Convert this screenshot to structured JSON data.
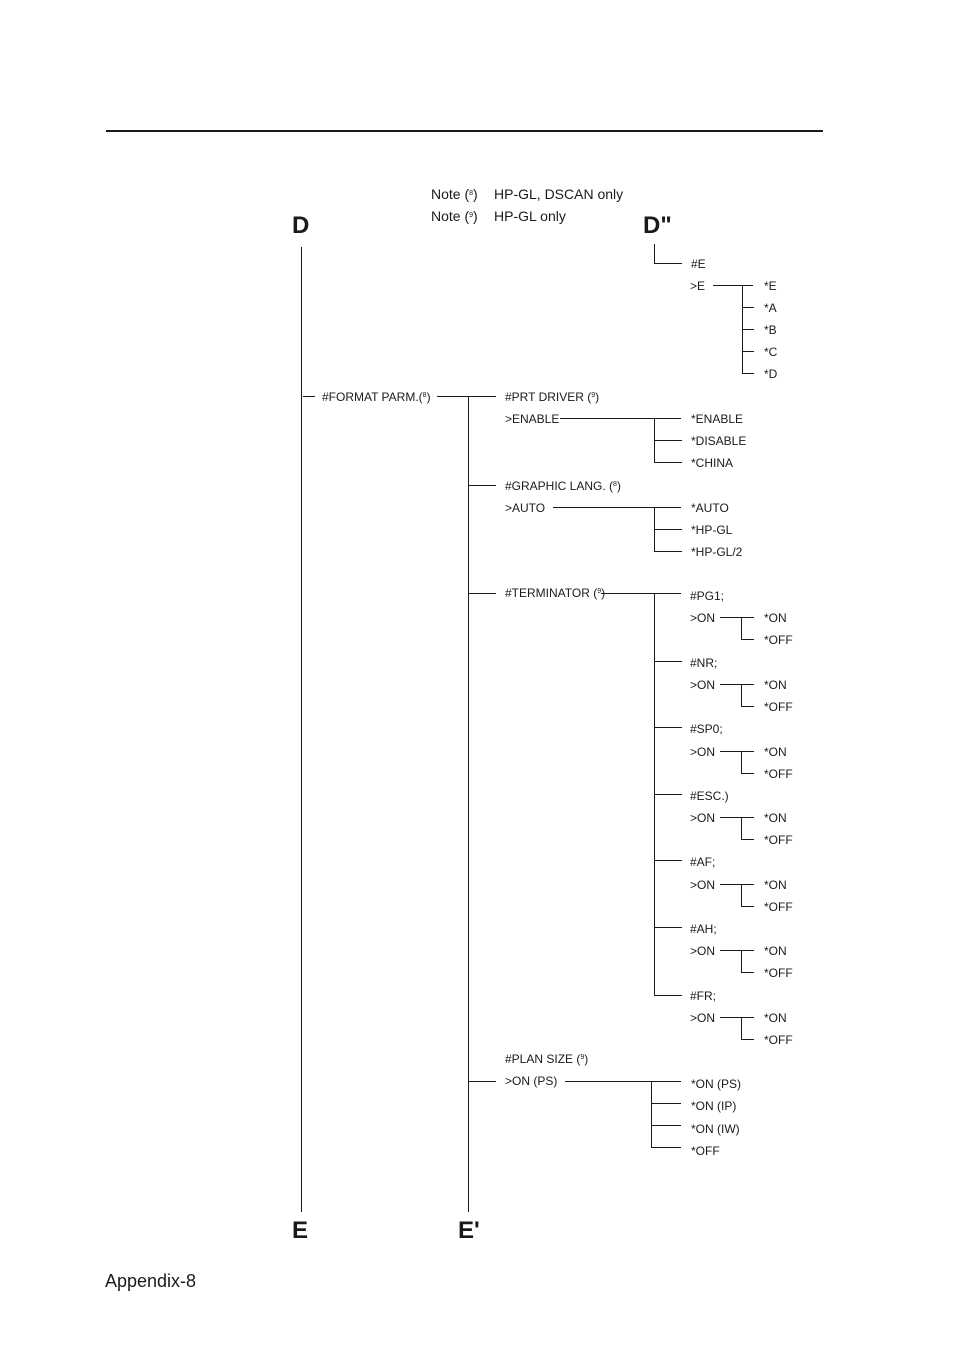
{
  "notes": [
    {
      "label": "Note (",
      "num": "8",
      "close": ")",
      "text": "HP-GL, DSCAN only"
    },
    {
      "label": "Note (",
      "num": "9",
      "close": ")",
      "text": "HP-GL only"
    }
  ],
  "connectors": {
    "d": "D",
    "d2": "D\"",
    "e": "E",
    "e2": "E'"
  },
  "dpp_tree": {
    "header": "#E",
    "selector": ">E",
    "options": [
      "*E",
      "*A",
      "*B",
      "*C",
      "*D"
    ]
  },
  "format_parm": {
    "label": "#FORMAT PARM.(",
    "note": "8",
    "close": ")"
  },
  "prt_driver": {
    "label": "#PRT DRIVER (",
    "note": "9",
    "close": ")",
    "selector": ">ENABLE",
    "options": [
      "*ENABLE",
      "*DISABLE",
      "*CHINA"
    ]
  },
  "graphic_lang": {
    "label": "#GRAPHIC LANG. (",
    "note": "8",
    "close": ")",
    "selector": ">AUTO",
    "options": [
      "*AUTO",
      "*HP-GL",
      "*HP-GL/2"
    ]
  },
  "terminator": {
    "label": "#TERMINATOR (",
    "note": "9",
    "close": ")",
    "items": [
      {
        "header": "#PG1;",
        "selector": ">ON",
        "options": [
          "*ON",
          "*OFF"
        ]
      },
      {
        "header": "#NR;",
        "selector": ">ON",
        "options": [
          "*ON",
          "*OFF"
        ]
      },
      {
        "header": "#SP0;",
        "selector": ">ON",
        "options": [
          "*ON",
          "*OFF"
        ]
      },
      {
        "header": "#ESC.)",
        "selector": ">ON",
        "options": [
          "*ON",
          "*OFF"
        ]
      },
      {
        "header": "#AF;",
        "selector": ">ON",
        "options": [
          "*ON",
          "*OFF"
        ]
      },
      {
        "header": "#AH;",
        "selector": ">ON",
        "options": [
          "*ON",
          "*OFF"
        ]
      },
      {
        "header": "#FR;",
        "selector": ">ON",
        "options": [
          "*ON",
          "*OFF"
        ]
      }
    ]
  },
  "plan_size": {
    "label": "#PLAN SIZE (",
    "note": "9",
    "close": ")",
    "selector": ">ON (PS)",
    "options": [
      "*ON (PS)",
      "*ON (IP)",
      "*ON (IW)",
      "*OFF"
    ]
  },
  "footer": "Appendix-8"
}
